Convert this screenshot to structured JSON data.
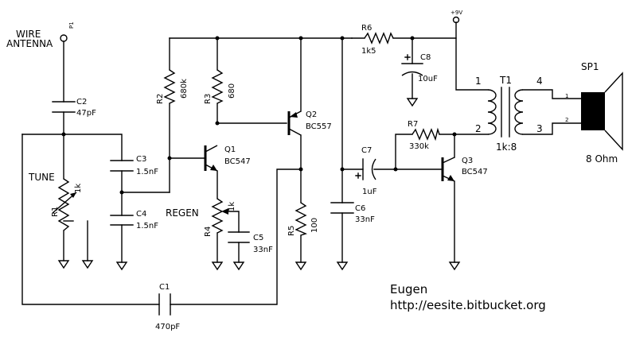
{
  "labels": {
    "antenna": [
      "WIRE",
      "ANTENNA"
    ],
    "p1": "P1",
    "c2": [
      "C2",
      "47pF"
    ],
    "r2": [
      "R2",
      "680k"
    ],
    "r3": [
      "R3",
      "680"
    ],
    "q2": [
      "Q2",
      "BC557"
    ],
    "q1": [
      "Q1",
      "BC547"
    ],
    "c3": [
      "C3",
      "1.5nF"
    ],
    "c4": [
      "C4",
      "1.5nF"
    ],
    "tune": "TUNE",
    "r1": [
      "R1",
      "1k"
    ],
    "regen": "REGEN",
    "r4": [
      "R4",
      "1k"
    ],
    "c5": [
      "C5",
      "33nF"
    ],
    "r5": [
      "R5",
      "100"
    ],
    "c1": [
      "C1",
      "470pF"
    ],
    "r6": [
      "R6",
      "1k5"
    ],
    "c8": [
      "C8",
      "10uF"
    ],
    "plus9v": "+9V",
    "c7": [
      "C7",
      "1uF"
    ],
    "c6": [
      "C6",
      "33nF"
    ],
    "r7": [
      "R7",
      "330k"
    ],
    "q3": [
      "Q3",
      "BC547"
    ],
    "t1": [
      "T1",
      "1k:8"
    ],
    "pins": [
      "1",
      "2",
      "4",
      "3"
    ],
    "sp1": "SP1",
    "sp_pins": [
      "1",
      "2"
    ],
    "impedance": "8 Ohm",
    "author": "Eugen",
    "url": "http://eesite.bitbucket.org"
  }
}
